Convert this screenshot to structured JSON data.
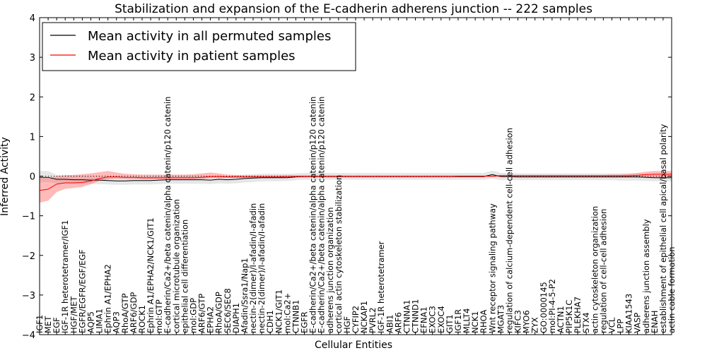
{
  "chart_data": {
    "type": "line",
    "title": "Stabilization and expansion of the E-cadherin adherens junction -- 222 samples",
    "xlabel": "Cellular Entities",
    "ylabel": "Inferred Activity",
    "ylim": [
      -4,
      4
    ],
    "yticks": [
      "4",
      "3",
      "2",
      "1",
      "0",
      "−1",
      "−2",
      "−3",
      "−4"
    ],
    "ytick_values": [
      4,
      3,
      2,
      1,
      0,
      -1,
      -2,
      -3,
      -4
    ],
    "grid": false,
    "legend_position": "top-left",
    "categories": [
      "IGF1",
      "MET",
      "EGF",
      "IGF-1R heterotetramer/IGF1",
      "HGF/MET",
      "EGFR/EGFR/EGF/EGF",
      "AQP5",
      "LIMA1",
      "Ephrin A1/EPHA2",
      "AQP3",
      "RhoA/GTP",
      "ARF6/GDP",
      "ROCK1",
      "Ephrin A1/EPHA2/NCK1/GIT1",
      "mol:GTP",
      "E-cadherin/Ca2+/beta catenin/alpha catenin/p120 catenin",
      "cortical microtubule organization",
      "epithelial cell differentiation",
      "mol:GDP",
      "ARF6/GTP",
      "EPHA2",
      "RhoA/GDP",
      "SEC6/SEC8",
      "DIAPH1",
      "Afadin/Ssra1/Nap1",
      "nectin-2(dimer)/I-afadin/I-afadin",
      "nectin-2(dimer)/I-afadin/I-afadin",
      "CDH1",
      "NCK1/GIT1",
      "mol:Ca2+",
      "CTNNB1",
      "EGFR",
      "E-cadherin/Ca2+/beta catenin/alpha catenin/p120 catenin",
      "E-cadherin/Ca2+/beta catenin/alpha catenin/p120 catenin",
      "adherens junction organization",
      "cortical actin cytoskeleton stabilization",
      "HGF",
      "CYFIP2",
      "NCKAP1",
      "PVRL2",
      "IGF-1R heterotetramer",
      "ABI1",
      "ARF6",
      "CTNNA1",
      "CTNND1",
      "EFNA1",
      "EXOC3",
      "EXOC4",
      "GIT1",
      "IGF1R",
      "MLLT4",
      "NCK1",
      "RHOA",
      "Wnt receptor signaling pathway",
      "MGAT3",
      "regulation of calcium-dependent cell-cell adhesion",
      "KIFC3",
      "MYO6",
      "ZYX",
      "GO:0000145",
      "mol:PI-4-5-P2",
      "ACTN1",
      "PIP5K1C",
      "PLEKHA7",
      "STX4",
      "actin cytoskeleton organization",
      "regulation of cell-cell adhesion",
      "VCL",
      "LPP",
      "KIAA1543",
      "VASP",
      "adherens junction assembly",
      "ENAH",
      "establishment of epithelial cell apical/basal polarity",
      "actin cable formation"
    ],
    "series": [
      {
        "name": "Mean activity in all permuted samples",
        "color": "#000000",
        "values": [
          -0.03,
          -0.03,
          -0.08,
          -0.08,
          -0.09,
          -0.09,
          -0.1,
          -0.1,
          -0.11,
          -0.12,
          -0.12,
          -0.11,
          -0.11,
          -0.11,
          -0.1,
          -0.09,
          -0.09,
          -0.09,
          -0.09,
          -0.09,
          -0.1,
          -0.08,
          -0.09,
          -0.08,
          -0.06,
          -0.05,
          -0.04,
          -0.04,
          -0.04,
          -0.04,
          -0.02,
          -0.01,
          -0.01,
          -0.01,
          -0.01,
          -0.01,
          -0.01,
          -0.01,
          -0.01,
          -0.01,
          -0.01,
          -0.01,
          -0.01,
          -0.01,
          -0.01,
          -0.01,
          -0.01,
          -0.01,
          -0.01,
          -0.01,
          -0.01,
          -0.01,
          -0.01,
          0.04,
          -0.01,
          -0.01,
          -0.02,
          -0.02,
          -0.02,
          -0.02,
          -0.02,
          -0.02,
          -0.02,
          -0.02,
          -0.02,
          -0.02,
          -0.02,
          -0.02,
          -0.02,
          -0.02,
          -0.02,
          -0.03,
          -0.04,
          -0.04,
          -0.04
        ],
        "band_low": [
          -0.15,
          -0.15,
          -0.18,
          -0.18,
          -0.19,
          -0.19,
          -0.2,
          -0.2,
          -0.21,
          -0.22,
          -0.22,
          -0.21,
          -0.21,
          -0.21,
          -0.2,
          -0.19,
          -0.19,
          -0.19,
          -0.19,
          -0.19,
          -0.2,
          -0.18,
          -0.19,
          -0.18,
          -0.16,
          -0.15,
          -0.13,
          -0.13,
          -0.13,
          -0.12,
          -0.1,
          -0.09,
          -0.09,
          -0.09,
          -0.09,
          -0.09,
          -0.09,
          -0.09,
          -0.09,
          -0.09,
          -0.09,
          -0.09,
          -0.09,
          -0.09,
          -0.09,
          -0.09,
          -0.09,
          -0.09,
          -0.09,
          -0.09,
          -0.09,
          -0.09,
          -0.09,
          -0.06,
          -0.1,
          -0.1,
          -0.1,
          -0.1,
          -0.1,
          -0.1,
          -0.1,
          -0.1,
          -0.1,
          -0.1,
          -0.1,
          -0.1,
          -0.1,
          -0.1,
          -0.11,
          -0.11,
          -0.11,
          -0.12,
          -0.13,
          -0.13,
          -0.13
        ],
        "band_high": [
          0.13,
          0.13,
          0.03,
          0.03,
          0.02,
          0.02,
          0.0,
          0.0,
          -0.01,
          -0.02,
          -0.02,
          -0.01,
          -0.01,
          -0.01,
          0.0,
          0.01,
          0.01,
          0.01,
          0.01,
          0.01,
          0.0,
          0.02,
          0.01,
          0.02,
          0.04,
          0.05,
          0.06,
          0.06,
          0.06,
          0.06,
          0.07,
          0.08,
          0.08,
          0.08,
          0.08,
          0.08,
          0.08,
          0.08,
          0.08,
          0.08,
          0.08,
          0.08,
          0.08,
          0.08,
          0.08,
          0.08,
          0.08,
          0.08,
          0.08,
          0.08,
          0.08,
          0.08,
          0.08,
          0.14,
          0.08,
          0.08,
          0.07,
          0.07,
          0.07,
          0.07,
          0.07,
          0.07,
          0.07,
          0.07,
          0.07,
          0.07,
          0.07,
          0.07,
          0.07,
          0.07,
          0.07,
          0.06,
          0.05,
          0.05,
          0.05
        ]
      },
      {
        "name": "Mean activity in patient samples",
        "color": "#ff0000",
        "values": [
          -0.36,
          -0.33,
          -0.2,
          -0.17,
          -0.17,
          -0.16,
          -0.12,
          -0.06,
          -0.02,
          -0.02,
          -0.03,
          -0.03,
          -0.04,
          -0.04,
          -0.04,
          -0.04,
          -0.04,
          -0.04,
          -0.04,
          -0.03,
          -0.01,
          -0.01,
          -0.02,
          -0.02,
          -0.02,
          -0.02,
          -0.02,
          -0.02,
          -0.02,
          -0.01,
          -0.01,
          -0.01,
          -0.01,
          -0.01,
          -0.01,
          -0.01,
          -0.01,
          -0.01,
          -0.01,
          -0.01,
          -0.01,
          -0.01,
          -0.01,
          -0.01,
          -0.01,
          -0.01,
          -0.01,
          -0.01,
          -0.01,
          0.0,
          0.0,
          0.0,
          0.0,
          0.0,
          0.01,
          0.01,
          0.01,
          0.01,
          0.01,
          0.01,
          0.01,
          0.01,
          0.01,
          0.01,
          0.01,
          0.01,
          0.01,
          0.01,
          0.01,
          0.01,
          0.02,
          0.04,
          0.05,
          0.05,
          0.05
        ],
        "band_low": [
          -0.67,
          -0.62,
          -0.4,
          -0.32,
          -0.3,
          -0.27,
          -0.2,
          -0.12,
          -0.08,
          -0.06,
          -0.07,
          -0.07,
          -0.08,
          -0.08,
          -0.08,
          -0.08,
          -0.08,
          -0.08,
          -0.08,
          -0.07,
          -0.05,
          -0.05,
          -0.05,
          -0.05,
          -0.05,
          -0.05,
          -0.05,
          -0.05,
          -0.04,
          -0.03,
          -0.03,
          -0.03,
          -0.03,
          -0.03,
          -0.03,
          -0.03,
          -0.03,
          -0.03,
          -0.03,
          -0.03,
          -0.03,
          -0.03,
          -0.03,
          -0.03,
          -0.03,
          -0.03,
          -0.03,
          -0.03,
          -0.03,
          -0.02,
          -0.02,
          -0.02,
          -0.02,
          -0.02,
          -0.01,
          -0.01,
          -0.01,
          -0.01,
          -0.01,
          -0.01,
          -0.01,
          -0.01,
          -0.01,
          -0.01,
          -0.01,
          -0.01,
          -0.01,
          -0.01,
          -0.01,
          -0.02,
          -0.03,
          -0.03,
          -0.04,
          -0.04,
          -0.04
        ],
        "band_high": [
          -0.05,
          -0.04,
          0.0,
          0.02,
          0.03,
          0.05,
          0.07,
          0.1,
          0.13,
          0.09,
          0.06,
          0.05,
          0.04,
          0.04,
          0.04,
          0.04,
          0.04,
          0.04,
          0.05,
          0.07,
          0.09,
          0.07,
          0.04,
          0.03,
          0.02,
          0.02,
          0.02,
          0.02,
          0.02,
          0.02,
          0.02,
          0.02,
          0.02,
          0.02,
          0.02,
          0.02,
          0.02,
          0.02,
          0.02,
          0.02,
          0.02,
          0.02,
          0.02,
          0.02,
          0.02,
          0.02,
          0.02,
          0.02,
          0.02,
          0.02,
          0.02,
          0.02,
          0.02,
          0.02,
          0.03,
          0.03,
          0.03,
          0.03,
          0.03,
          0.03,
          0.03,
          0.03,
          0.03,
          0.03,
          0.03,
          0.03,
          0.03,
          0.04,
          0.04,
          0.06,
          0.08,
          0.11,
          0.13,
          0.13,
          0.13
        ]
      }
    ]
  }
}
